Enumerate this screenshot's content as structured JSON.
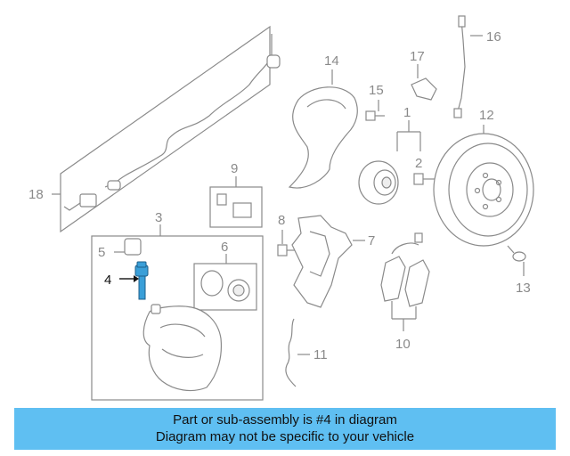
{
  "diagram": {
    "callouts": {
      "c1": "1",
      "c2": "2",
      "c3": "3",
      "c4": "4",
      "c5": "5",
      "c6": "6",
      "c7": "7",
      "c8": "8",
      "c9": "9",
      "c10": "10",
      "c11": "11",
      "c12": "12",
      "c13": "13",
      "c14": "14",
      "c15": "15",
      "c16": "16",
      "c17": "17",
      "c18": "18"
    },
    "highlighted_part": "4",
    "colors": {
      "line": "#8a8a8a",
      "highlight": "#3a9fd8",
      "banner": "#5fbff2"
    }
  },
  "banner": {
    "line1": "Part or sub-assembly is #4 in diagram",
    "line2": "Diagram may not be specific to your vehicle"
  }
}
